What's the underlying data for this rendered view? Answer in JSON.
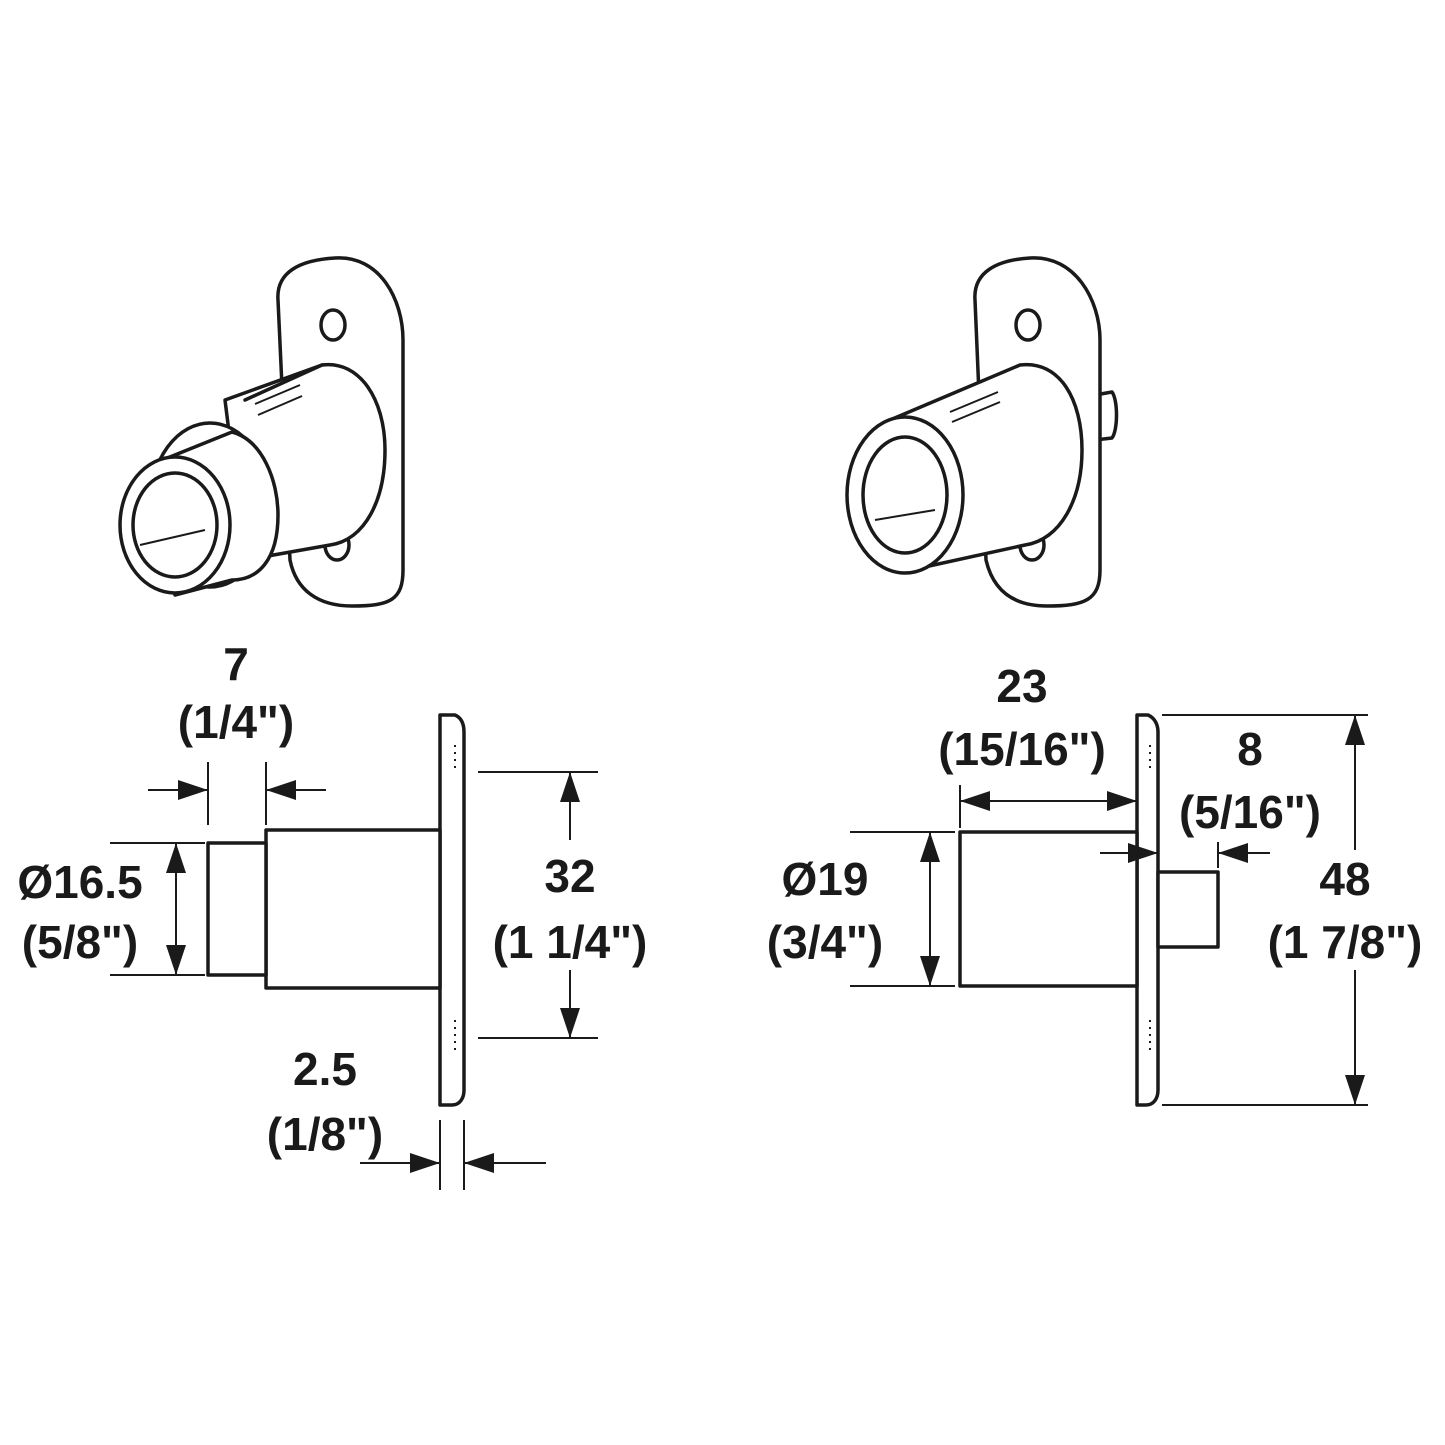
{
  "left_part": {
    "dim_width_mm": "7",
    "dim_width_in": "(1/4\")",
    "dim_diameter_mm": "Ø16.5",
    "dim_diameter_in": "(5/8\")",
    "dim_height_mm": "32",
    "dim_height_in": "(1 1/4\")",
    "dim_plate_mm": "2.5",
    "dim_plate_in": "(1/8\")"
  },
  "right_part": {
    "dim_length_mm": "23",
    "dim_length_in": "(15/16\")",
    "dim_pin_mm": "8",
    "dim_pin_in": "(5/16\")",
    "dim_diameter_mm": "Ø19",
    "dim_diameter_in": "(3/4\")",
    "dim_height_mm": "48",
    "dim_height_in": "(1 7/8\")"
  }
}
